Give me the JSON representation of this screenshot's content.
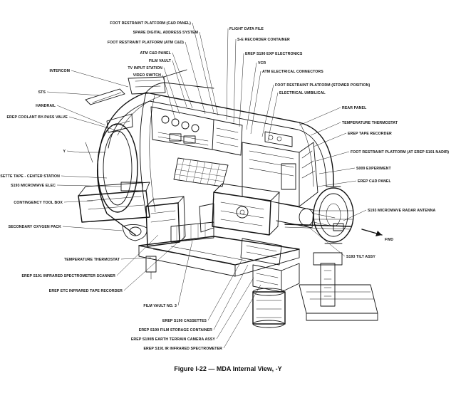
{
  "caption": "Figure I-22 — MDA Internal View, -Y",
  "arrow_label": "FWD",
  "labels": [
    "FOOT RESTRAINT PLATFORM (C&D PANEL)",
    "SPARE DIGITAL ADDRESS SYSTEM",
    "FOOT RESTRAINT PLATFORM (ATM C&D)",
    "ATM C&D PANEL",
    "FILM VAULT",
    "TV INPUT STATION",
    "VIDEO SWITCH",
    "INTERCOM",
    "STS",
    "HANDRAIL",
    "EREP COOLANT BY-PASS VALVE",
    "Y",
    "CASSETTE TAPE - CENTER STATION",
    "S193 MICROWAVE ELEC",
    "CONTINGENCY TOOL BOX",
    "SECONDARY OXYGEN PACK",
    "TEMPERATURE THERMOSTAT",
    "EREP S191 INFRARED SPECTROMETER SCANNER",
    "EREP ETC INFRARED TAPE RECORDER",
    "FILM VAULT NO. 3",
    "EREP S190 CASSETTES",
    "EREP S190 FILM STORAGE CONTAINER",
    "EREP S190B EARTH TERRAIN CAMERA ASSY",
    "EREP S191 IR INFRARED SPECTROMETER",
    "FLIGHT DATA FILE",
    "S-E RECORDER CONTAINER",
    "EREP S190 EXP ELECTRONICS",
    "VCR",
    "ATM ELECTRICAL CONNECTORS",
    "FOOT RESTRAINT PLATFORM (STOWED POSITION)",
    "ELECTRICAL UMBILICAL",
    "REAR PANEL",
    "TEMPERATURE THERMOSTAT",
    "EREP TAPE RECORDER",
    "FOOT RESTRAINT PLATFORM (AT EREP S191 NADIR)",
    "S009 EXPERIMENT",
    "EREP C&D PANEL",
    "S193 MICROWAVE RADAR ANTENNA",
    "S193 TILT ASSY"
  ]
}
